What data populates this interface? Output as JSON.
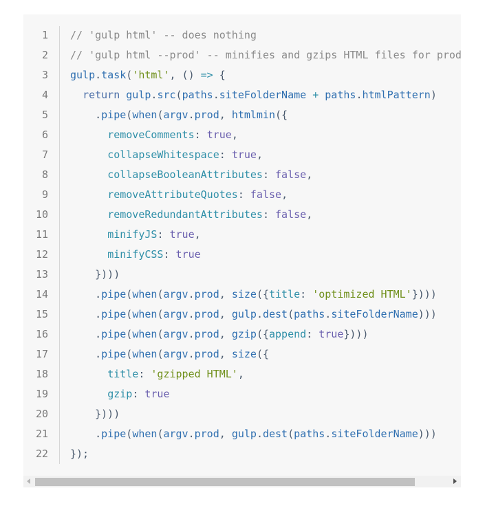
{
  "editor": {
    "lines": [
      {
        "n": "1",
        "tokens": [
          {
            "t": "c",
            "v": "// 'gulp html' -- does nothing"
          }
        ]
      },
      {
        "n": "2",
        "tokens": [
          {
            "t": "c",
            "v": "// 'gulp html --prod' -- minifies and gzips HTML files for production"
          }
        ]
      },
      {
        "n": "3",
        "tokens": [
          {
            "t": "f",
            "v": "gulp"
          },
          {
            "t": "p",
            "v": "."
          },
          {
            "t": "f",
            "v": "task"
          },
          {
            "t": "p",
            "v": "("
          },
          {
            "t": "s",
            "v": "'html'"
          },
          {
            "t": "p",
            "v": ", () "
          },
          {
            "t": "o",
            "v": "=>"
          },
          {
            "t": "p",
            "v": " {"
          }
        ]
      },
      {
        "n": "4",
        "tokens": [
          {
            "t": "p",
            "v": "  "
          },
          {
            "t": "k",
            "v": "return"
          },
          {
            "t": "p",
            "v": " "
          },
          {
            "t": "f",
            "v": "gulp"
          },
          {
            "t": "p",
            "v": "."
          },
          {
            "t": "f",
            "v": "src"
          },
          {
            "t": "p",
            "v": "("
          },
          {
            "t": "f",
            "v": "paths"
          },
          {
            "t": "p",
            "v": "."
          },
          {
            "t": "f",
            "v": "siteFolderName"
          },
          {
            "t": "p",
            "v": " "
          },
          {
            "t": "o",
            "v": "+"
          },
          {
            "t": "p",
            "v": " "
          },
          {
            "t": "f",
            "v": "paths"
          },
          {
            "t": "p",
            "v": "."
          },
          {
            "t": "f",
            "v": "htmlPattern"
          },
          {
            "t": "p",
            "v": ")"
          }
        ]
      },
      {
        "n": "5",
        "tokens": [
          {
            "t": "p",
            "v": "    ."
          },
          {
            "t": "f",
            "v": "pipe"
          },
          {
            "t": "p",
            "v": "("
          },
          {
            "t": "f",
            "v": "when"
          },
          {
            "t": "p",
            "v": "("
          },
          {
            "t": "f",
            "v": "argv"
          },
          {
            "t": "p",
            "v": "."
          },
          {
            "t": "f",
            "v": "prod"
          },
          {
            "t": "p",
            "v": ", "
          },
          {
            "t": "f",
            "v": "htmlmin"
          },
          {
            "t": "p",
            "v": "({"
          }
        ]
      },
      {
        "n": "6",
        "tokens": [
          {
            "t": "p",
            "v": "      "
          },
          {
            "t": "r",
            "v": "removeComments"
          },
          {
            "t": "p",
            "v": ": "
          },
          {
            "t": "b",
            "v": "true"
          },
          {
            "t": "p",
            "v": ","
          }
        ]
      },
      {
        "n": "7",
        "tokens": [
          {
            "t": "p",
            "v": "      "
          },
          {
            "t": "r",
            "v": "collapseWhitespace"
          },
          {
            "t": "p",
            "v": ": "
          },
          {
            "t": "b",
            "v": "true"
          },
          {
            "t": "p",
            "v": ","
          }
        ]
      },
      {
        "n": "8",
        "tokens": [
          {
            "t": "p",
            "v": "      "
          },
          {
            "t": "r",
            "v": "collapseBooleanAttributes"
          },
          {
            "t": "p",
            "v": ": "
          },
          {
            "t": "b",
            "v": "false"
          },
          {
            "t": "p",
            "v": ","
          }
        ]
      },
      {
        "n": "9",
        "tokens": [
          {
            "t": "p",
            "v": "      "
          },
          {
            "t": "r",
            "v": "removeAttributeQuotes"
          },
          {
            "t": "p",
            "v": ": "
          },
          {
            "t": "b",
            "v": "false"
          },
          {
            "t": "p",
            "v": ","
          }
        ]
      },
      {
        "n": "10",
        "tokens": [
          {
            "t": "p",
            "v": "      "
          },
          {
            "t": "r",
            "v": "removeRedundantAttributes"
          },
          {
            "t": "p",
            "v": ": "
          },
          {
            "t": "b",
            "v": "false"
          },
          {
            "t": "p",
            "v": ","
          }
        ]
      },
      {
        "n": "11",
        "tokens": [
          {
            "t": "p",
            "v": "      "
          },
          {
            "t": "r",
            "v": "minifyJS"
          },
          {
            "t": "p",
            "v": ": "
          },
          {
            "t": "b",
            "v": "true"
          },
          {
            "t": "p",
            "v": ","
          }
        ]
      },
      {
        "n": "12",
        "tokens": [
          {
            "t": "p",
            "v": "      "
          },
          {
            "t": "r",
            "v": "minifyCSS"
          },
          {
            "t": "p",
            "v": ": "
          },
          {
            "t": "b",
            "v": "true"
          }
        ]
      },
      {
        "n": "13",
        "tokens": [
          {
            "t": "p",
            "v": "    })))"
          }
        ]
      },
      {
        "n": "14",
        "tokens": [
          {
            "t": "p",
            "v": "    ."
          },
          {
            "t": "f",
            "v": "pipe"
          },
          {
            "t": "p",
            "v": "("
          },
          {
            "t": "f",
            "v": "when"
          },
          {
            "t": "p",
            "v": "("
          },
          {
            "t": "f",
            "v": "argv"
          },
          {
            "t": "p",
            "v": "."
          },
          {
            "t": "f",
            "v": "prod"
          },
          {
            "t": "p",
            "v": ", "
          },
          {
            "t": "f",
            "v": "size"
          },
          {
            "t": "p",
            "v": "({"
          },
          {
            "t": "r",
            "v": "title"
          },
          {
            "t": "p",
            "v": ": "
          },
          {
            "t": "s",
            "v": "'optimized HTML'"
          },
          {
            "t": "p",
            "v": "})))"
          }
        ]
      },
      {
        "n": "15",
        "tokens": [
          {
            "t": "p",
            "v": "    ."
          },
          {
            "t": "f",
            "v": "pipe"
          },
          {
            "t": "p",
            "v": "("
          },
          {
            "t": "f",
            "v": "when"
          },
          {
            "t": "p",
            "v": "("
          },
          {
            "t": "f",
            "v": "argv"
          },
          {
            "t": "p",
            "v": "."
          },
          {
            "t": "f",
            "v": "prod"
          },
          {
            "t": "p",
            "v": ", "
          },
          {
            "t": "f",
            "v": "gulp"
          },
          {
            "t": "p",
            "v": "."
          },
          {
            "t": "f",
            "v": "dest"
          },
          {
            "t": "p",
            "v": "("
          },
          {
            "t": "f",
            "v": "paths"
          },
          {
            "t": "p",
            "v": "."
          },
          {
            "t": "f",
            "v": "siteFolderName"
          },
          {
            "t": "p",
            "v": ")))"
          }
        ]
      },
      {
        "n": "16",
        "tokens": [
          {
            "t": "p",
            "v": "    ."
          },
          {
            "t": "f",
            "v": "pipe"
          },
          {
            "t": "p",
            "v": "("
          },
          {
            "t": "f",
            "v": "when"
          },
          {
            "t": "p",
            "v": "("
          },
          {
            "t": "f",
            "v": "argv"
          },
          {
            "t": "p",
            "v": "."
          },
          {
            "t": "f",
            "v": "prod"
          },
          {
            "t": "p",
            "v": ", "
          },
          {
            "t": "f",
            "v": "gzip"
          },
          {
            "t": "p",
            "v": "({"
          },
          {
            "t": "r",
            "v": "append"
          },
          {
            "t": "p",
            "v": ": "
          },
          {
            "t": "b",
            "v": "true"
          },
          {
            "t": "p",
            "v": "})))"
          }
        ]
      },
      {
        "n": "17",
        "tokens": [
          {
            "t": "p",
            "v": "    ."
          },
          {
            "t": "f",
            "v": "pipe"
          },
          {
            "t": "p",
            "v": "("
          },
          {
            "t": "f",
            "v": "when"
          },
          {
            "t": "p",
            "v": "("
          },
          {
            "t": "f",
            "v": "argv"
          },
          {
            "t": "p",
            "v": "."
          },
          {
            "t": "f",
            "v": "prod"
          },
          {
            "t": "p",
            "v": ", "
          },
          {
            "t": "f",
            "v": "size"
          },
          {
            "t": "p",
            "v": "({"
          }
        ]
      },
      {
        "n": "18",
        "tokens": [
          {
            "t": "p",
            "v": "      "
          },
          {
            "t": "r",
            "v": "title"
          },
          {
            "t": "p",
            "v": ": "
          },
          {
            "t": "s",
            "v": "'gzipped HTML'"
          },
          {
            "t": "p",
            "v": ","
          }
        ]
      },
      {
        "n": "19",
        "tokens": [
          {
            "t": "p",
            "v": "      "
          },
          {
            "t": "r",
            "v": "gzip"
          },
          {
            "t": "p",
            "v": ": "
          },
          {
            "t": "b",
            "v": "true"
          }
        ]
      },
      {
        "n": "20",
        "tokens": [
          {
            "t": "p",
            "v": "    })))"
          }
        ]
      },
      {
        "n": "21",
        "tokens": [
          {
            "t": "p",
            "v": "    ."
          },
          {
            "t": "f",
            "v": "pipe"
          },
          {
            "t": "p",
            "v": "("
          },
          {
            "t": "f",
            "v": "when"
          },
          {
            "t": "p",
            "v": "("
          },
          {
            "t": "f",
            "v": "argv"
          },
          {
            "t": "p",
            "v": "."
          },
          {
            "t": "f",
            "v": "prod"
          },
          {
            "t": "p",
            "v": ", "
          },
          {
            "t": "f",
            "v": "gulp"
          },
          {
            "t": "p",
            "v": "."
          },
          {
            "t": "f",
            "v": "dest"
          },
          {
            "t": "p",
            "v": "("
          },
          {
            "t": "f",
            "v": "paths"
          },
          {
            "t": "p",
            "v": "."
          },
          {
            "t": "f",
            "v": "siteFolderName"
          },
          {
            "t": "p",
            "v": ")))"
          }
        ]
      },
      {
        "n": "22",
        "tokens": [
          {
            "t": "p",
            "v": "});"
          }
        ]
      }
    ]
  },
  "scrollbar": {
    "left_arrow_icon": "triangle-left",
    "right_arrow_icon": "triangle-right"
  },
  "colors": {
    "background": "#f7f7f7",
    "comment": "#8a8a8a",
    "keyword": "#4b6fa8",
    "property": "#2f8fa8",
    "function": "#2f6fb0",
    "string": "#6f8f1a",
    "boolean": "#6a5fae"
  }
}
